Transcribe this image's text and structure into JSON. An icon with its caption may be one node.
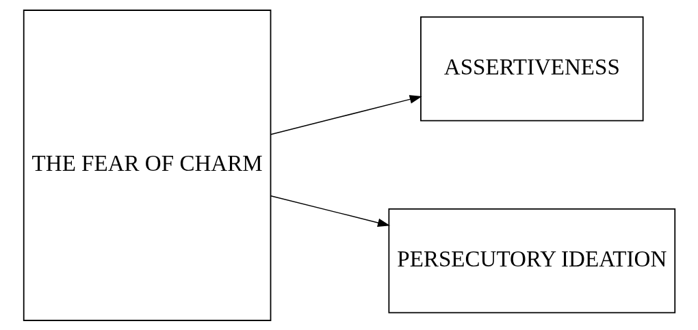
{
  "diagram": {
    "nodes": [
      {
        "text": [
          "THE FEAR OF CHARM"
        ]
      },
      {
        "text": [
          "ASSERTIVENESS"
        ]
      },
      {
        "text": [
          "PERSECUTORY IDEATION"
        ]
      }
    ],
    "edges": [
      {
        "from": 0,
        "to": 1,
        "arrow": "to"
      },
      {
        "from": 0,
        "to": 2,
        "arrow": "to"
      }
    ]
  }
}
